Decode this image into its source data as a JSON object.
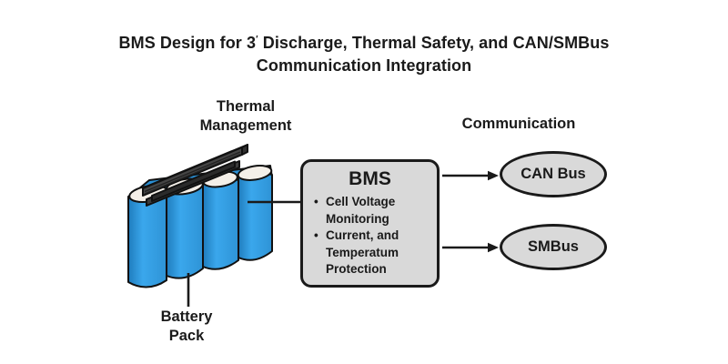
{
  "title": {
    "line1_pre": "BMS Design for 3",
    "sup": "′",
    "line1_post": " Discharge, Thermal Safety, and CAN/SMBus",
    "line2": "Communication Integration"
  },
  "thermal": {
    "label_line1": "Thermal",
    "label_line2": "Management"
  },
  "communication": {
    "label": "Communication"
  },
  "battery": {
    "label_line1": "Battery",
    "label_line2": "Pack"
  },
  "bms": {
    "title": "BMS",
    "bullet_char": "•",
    "bullets": [
      "Cell Voltage Monitoring",
      "Current, and Temperatum Protection"
    ]
  },
  "buses": [
    {
      "label": "CAN Bus"
    },
    {
      "label": "SMBus"
    }
  ],
  "colors": {
    "outline": "#1a1a1a",
    "panel_gray": "#d9d9d9",
    "cell_blue": "#35a3e8",
    "cell_blue_dark": "#1f7cbd",
    "cell_top_white": "#f4efe8",
    "rail_gray": "#454545"
  }
}
